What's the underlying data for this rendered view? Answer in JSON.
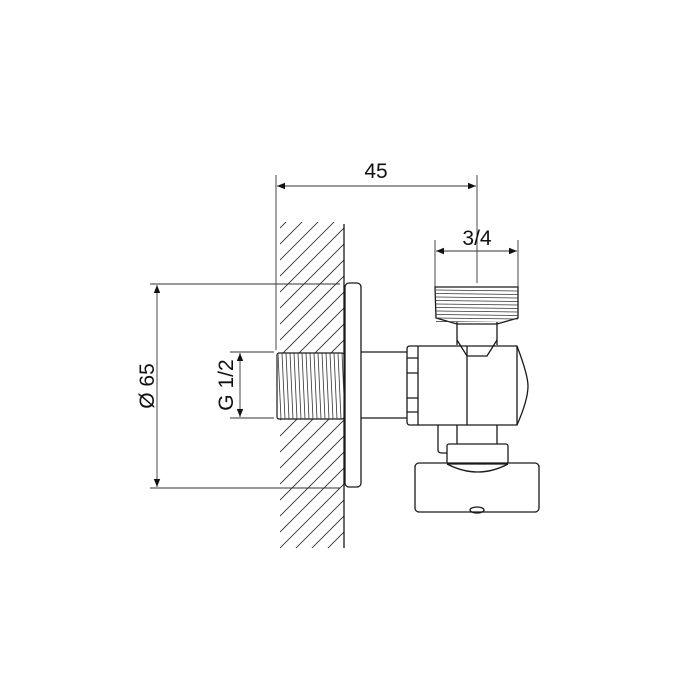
{
  "drawing": {
    "title": "Angle valve dimension drawing",
    "dimensions": {
      "depth": "45",
      "outlet_thread": "3/4",
      "flange_diameter": "Ø 65",
      "inlet_thread": "G 1/2"
    },
    "colors": {
      "line": "#1a1a1a",
      "background": "#ffffff"
    }
  }
}
